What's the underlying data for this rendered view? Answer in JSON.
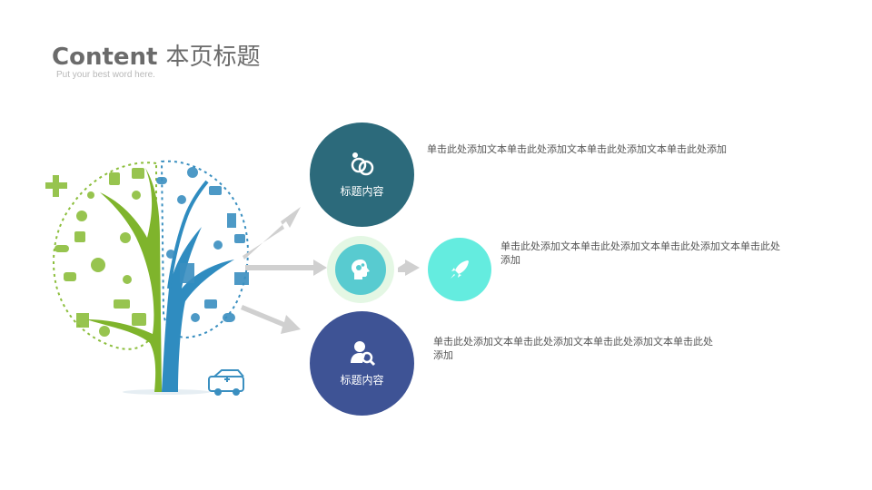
{
  "title": {
    "main": "Content",
    "cn": "本页标题"
  },
  "subtitle": "Put your best word here.",
  "items": [
    {
      "label": "标题内容",
      "text": "单击此处添加文本单击此处添加文本单击此处添加文本单击此处添加",
      "icon": "links-icon",
      "color": "#2c6a7b"
    },
    {
      "label": "",
      "text": "单击此处添加文本单击此处添加文本单击此处添加文本单击此处添加",
      "icon": "rocket-icon",
      "color": "#64ecdf"
    },
    {
      "label": "标题内容",
      "text": "单击此处添加文本单击此处添加文本单击此处添加文本单击此处添加",
      "icon": "user-search-icon",
      "color": "#3e5395"
    }
  ],
  "center_icon": "head-gears-icon",
  "illustration": "medical-tree-illustration"
}
